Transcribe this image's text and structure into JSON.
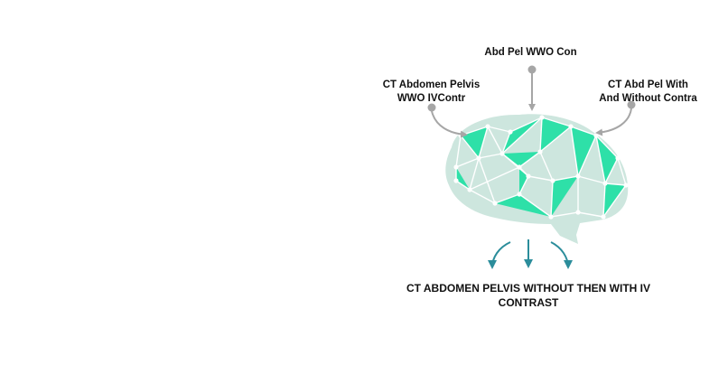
{
  "inputs": {
    "left": [
      "CT Abdomen Pelvis",
      "WWO IVContr"
    ],
    "center": [
      "Abd Pel WWO Con"
    ],
    "right": [
      "CT Abd Pel With",
      "And Without Contra"
    ]
  },
  "output": [
    "CT ABDOMEN PELVIS WITHOUT THEN WITH IV",
    "CONTRAST"
  ],
  "colors": {
    "brain_light": "#cde6de",
    "brain_accent": "#2ee0a8",
    "mesh_line": "#ffffff",
    "input_arrow": "#a6a6a6",
    "output_arrow": "#2b8d9b",
    "text": "#111111"
  }
}
